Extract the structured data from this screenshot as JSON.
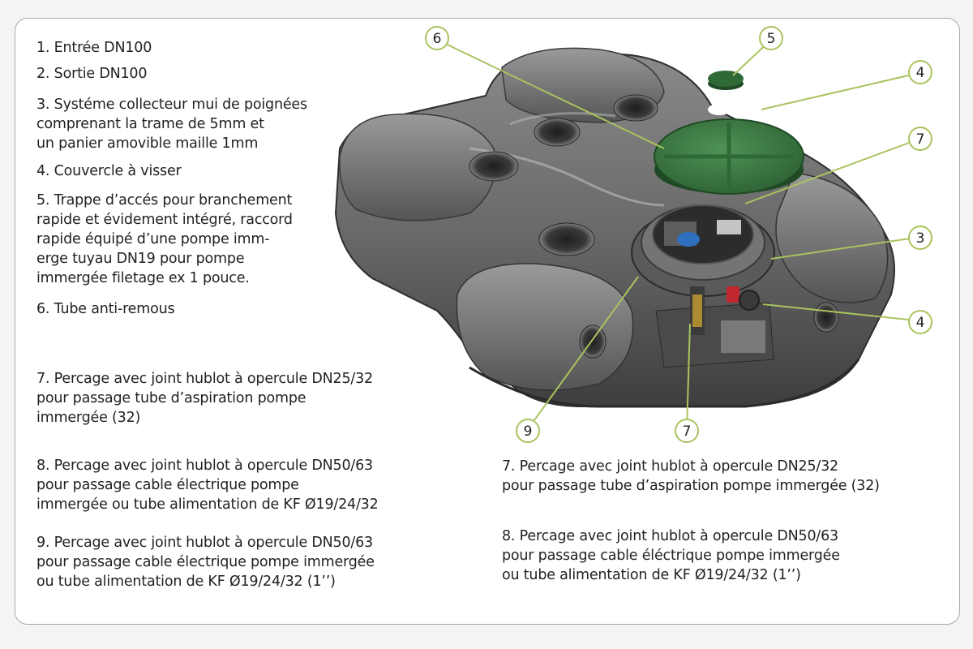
{
  "legend_left": [
    {
      "text": "1. Entrée DN100"
    },
    {
      "text": "2. Sortie DN100"
    },
    {
      "text": "3. Systéme collecteur mui de poignées\n    comprenant la trame de 5mm et\n    un panier amovible maille 1mm"
    },
    {
      "text": "4. Couvercle à visser"
    },
    {
      "text": "5. Trappe d’accés pour branchement\n    rapide et évidement intégré, raccord\n    rapide équipé d’une pompe imm-\n    erge tuyau DN19 pour pompe\n    immergée filetage ex 1 pouce."
    },
    {
      "text": "6. Tube anti-remous"
    },
    {
      "text": "7. Percage avec joint hublot à opercule DN25/32\n    pour passage tube d’aspiration pompe\n    immergée (32)"
    },
    {
      "text": "8. Percage avec joint hublot à opercule DN50/63\n    pour passage cable électrique pompe\n    immergée ou tube alimentation de KF Ø19/24/32"
    },
    {
      "text": "9. Percage avec joint hublot à opercule DN50/63\n    pour passage cable électrique pompe immergée\n    ou tube alimentation de KF Ø19/24/32 (1’’)"
    }
  ],
  "legend_right": [
    {
      "text": "7. Percage avec joint hublot à opercule DN25/32\n    pour passage tube d’aspiration pompe immergée (32)"
    },
    {
      "text": "8. Percage avec joint hublot à opercule DN50/63\n    pour passage cable éléctrique pompe immergée\n    ou tube alimentation de KF Ø19/24/32 (1’’)"
    }
  ],
  "callouts": {
    "c6": "6",
    "c5": "5",
    "c4a": "4",
    "c7a": "7",
    "c3": "3",
    "c4b": "4",
    "c9": "9",
    "c7b": "7"
  },
  "colors": {
    "tank": "#6e6e6e",
    "tank_dark": "#3f3f3f",
    "lid_green": "#3f7f45",
    "callout_line": "#a9c45f",
    "text": "#222222"
  }
}
